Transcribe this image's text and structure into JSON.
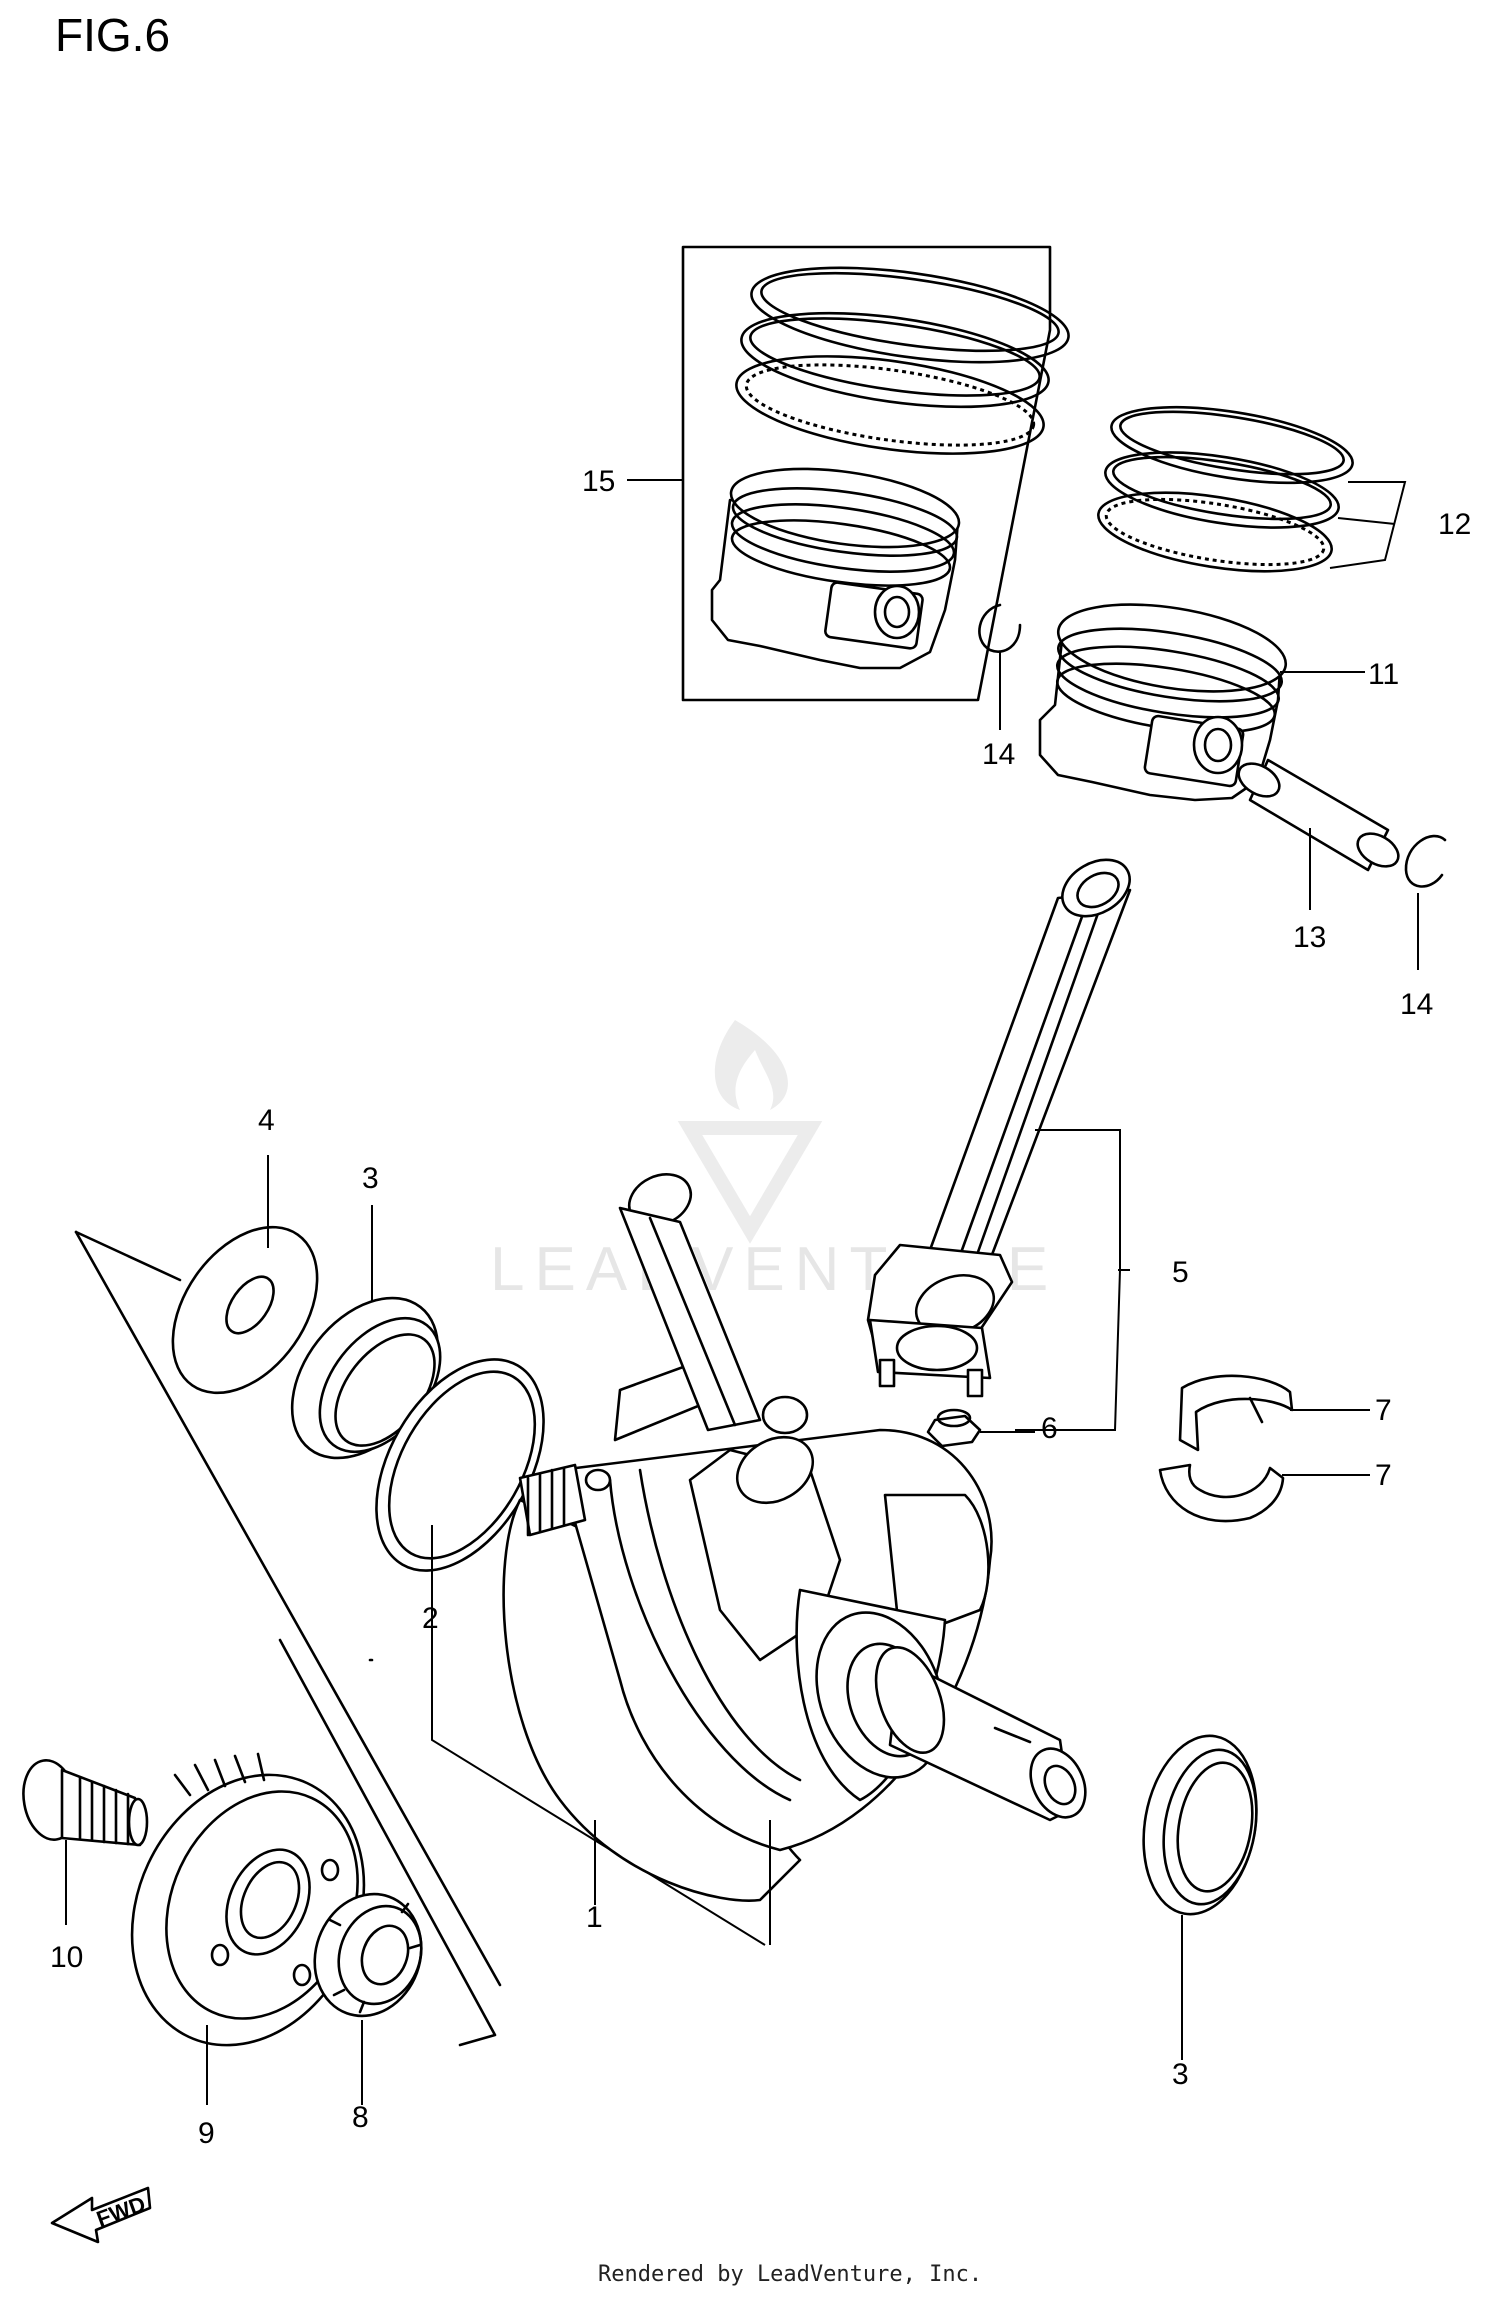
{
  "title": "FIG.6",
  "watermark": "LEADVENTURE",
  "footer": "Rendered by LeadVenture, Inc.",
  "fwd_label": "FWD",
  "callouts": [
    {
      "id": "c15",
      "label": "15"
    },
    {
      "id": "c12",
      "label": "12"
    },
    {
      "id": "c11",
      "label": "11"
    },
    {
      "id": "c14a",
      "label": "14"
    },
    {
      "id": "c13",
      "label": "13"
    },
    {
      "id": "c14b",
      "label": "14"
    },
    {
      "id": "c4",
      "label": "4"
    },
    {
      "id": "c3a",
      "label": "3"
    },
    {
      "id": "c5",
      "label": "5"
    },
    {
      "id": "c6",
      "label": "6"
    },
    {
      "id": "c7a",
      "label": "7"
    },
    {
      "id": "c7b",
      "label": "7"
    },
    {
      "id": "c2",
      "label": "2"
    },
    {
      "id": "c1",
      "label": "1"
    },
    {
      "id": "c10",
      "label": "10"
    },
    {
      "id": "c9",
      "label": "9"
    },
    {
      "id": "c8",
      "label": "8"
    },
    {
      "id": "c3b",
      "label": "3"
    }
  ]
}
